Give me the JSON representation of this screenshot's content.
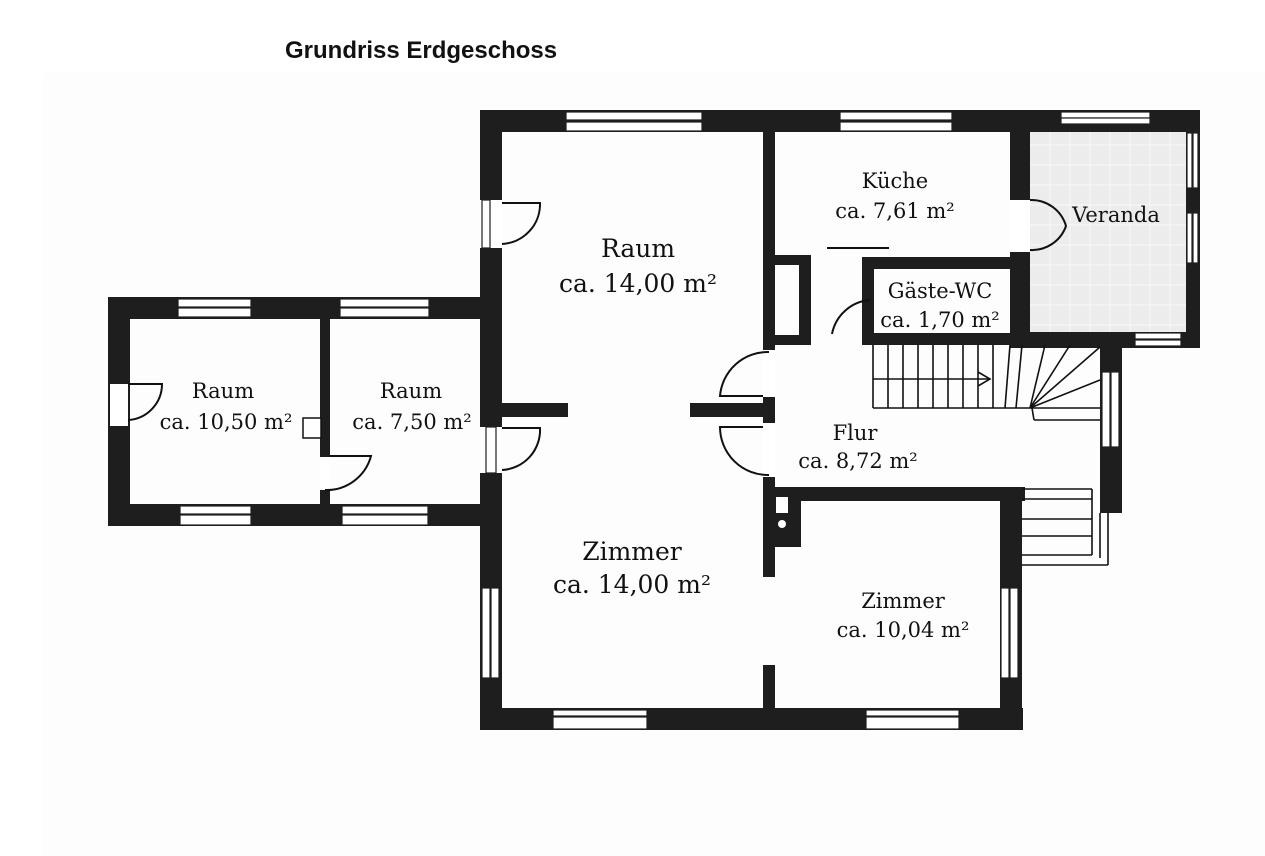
{
  "title": "Grundriss Erdgeschoss",
  "colors": {
    "wall": "#1e1e1e",
    "veranda_fill": "#ececec",
    "background": "#ffffff"
  },
  "rooms": [
    {
      "id": "raum-main",
      "name": "Raum",
      "area": "ca. 14,00 m²"
    },
    {
      "id": "kueche",
      "name": "Küche",
      "area": "ca. 7,61 m²"
    },
    {
      "id": "veranda",
      "name": "Veranda",
      "area": ""
    },
    {
      "id": "gaeste-wc",
      "name": "Gäste-WC",
      "area": "ca. 1,70 m²"
    },
    {
      "id": "raum-left",
      "name": "Raum",
      "area": "ca. 10,50 m²"
    },
    {
      "id": "raum-mid",
      "name": "Raum",
      "area": "ca. 7,50 m²"
    },
    {
      "id": "flur",
      "name": "Flur",
      "area": "ca. 8,72 m²"
    },
    {
      "id": "zimmer-main",
      "name": "Zimmer",
      "area": "ca. 14,00 m²"
    },
    {
      "id": "zimmer-small",
      "name": "Zimmer",
      "area": "ca. 10,04 m²"
    }
  ]
}
